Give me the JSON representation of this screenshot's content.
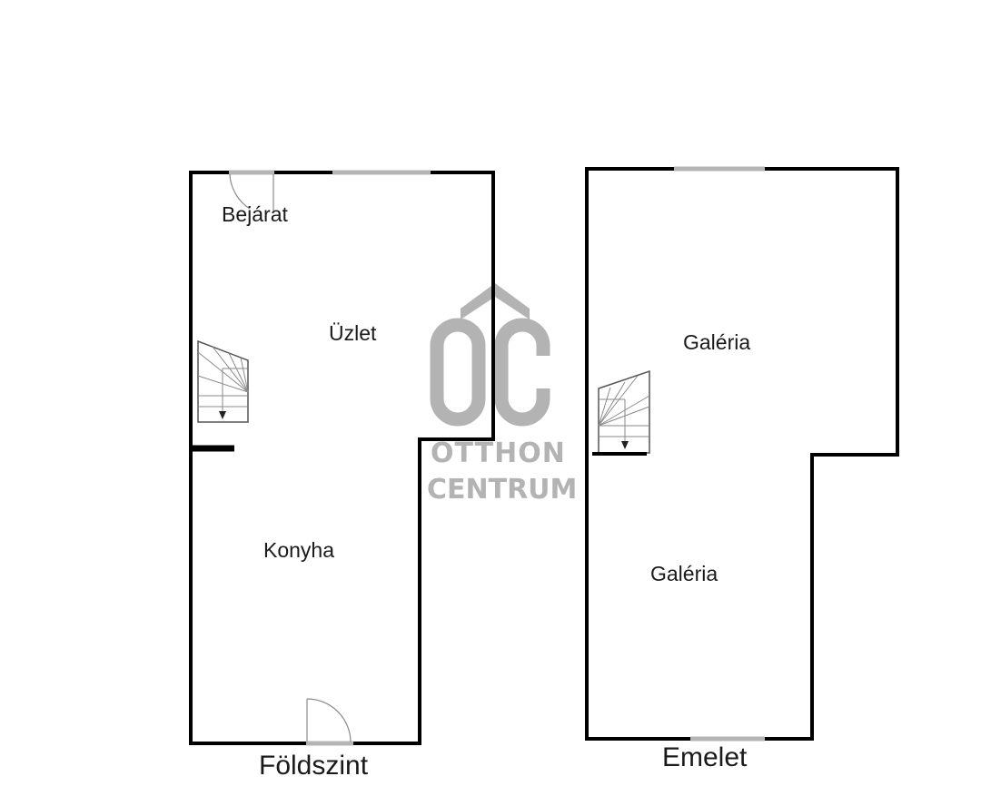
{
  "plan": {
    "ground_floor": {
      "title": "Földszint",
      "rooms": [
        {
          "label": "Bejárat"
        },
        {
          "label": "Üzlet"
        },
        {
          "label": "Konyha"
        }
      ]
    },
    "upper_floor": {
      "title": "Emelet",
      "rooms": [
        {
          "label": "Galéria"
        },
        {
          "label": "Galéria"
        }
      ]
    }
  },
  "watermark": {
    "monogram": "OC",
    "line1": "OTTHON",
    "line2": "CENTRUM",
    "color": "#b3b3b3"
  },
  "colors": {
    "wall": "#000000",
    "window": "#b5b5b5",
    "fixture_line": "#8a8a8a"
  }
}
